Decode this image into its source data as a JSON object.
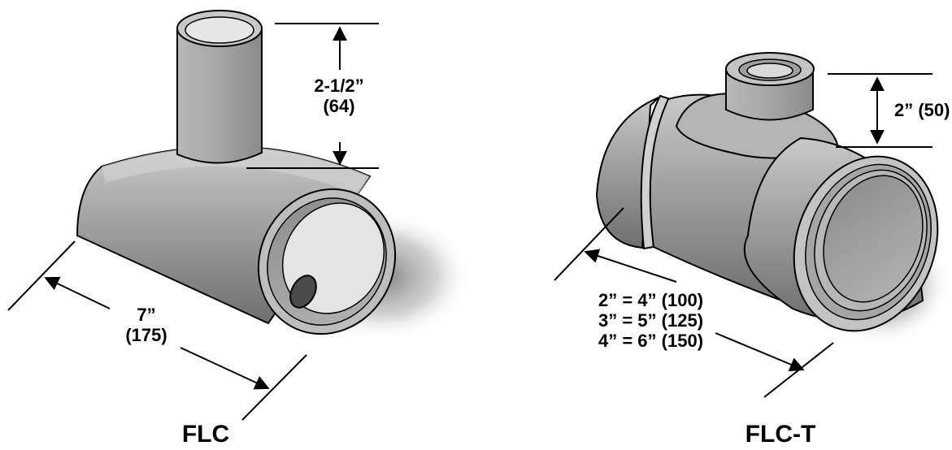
{
  "left_part": {
    "title": "FLC",
    "height_dim_line1": "2-1/2”",
    "height_dim_line2": "(64)",
    "length_dim_line1": "7”",
    "length_dim_line2": "(175)"
  },
  "right_part": {
    "title": "FLC-T",
    "height_dim": "2” (50)",
    "length_dims": [
      "2” = 4” (100)",
      "3” = 5” (125)",
      "4” = 6” (150)"
    ]
  }
}
